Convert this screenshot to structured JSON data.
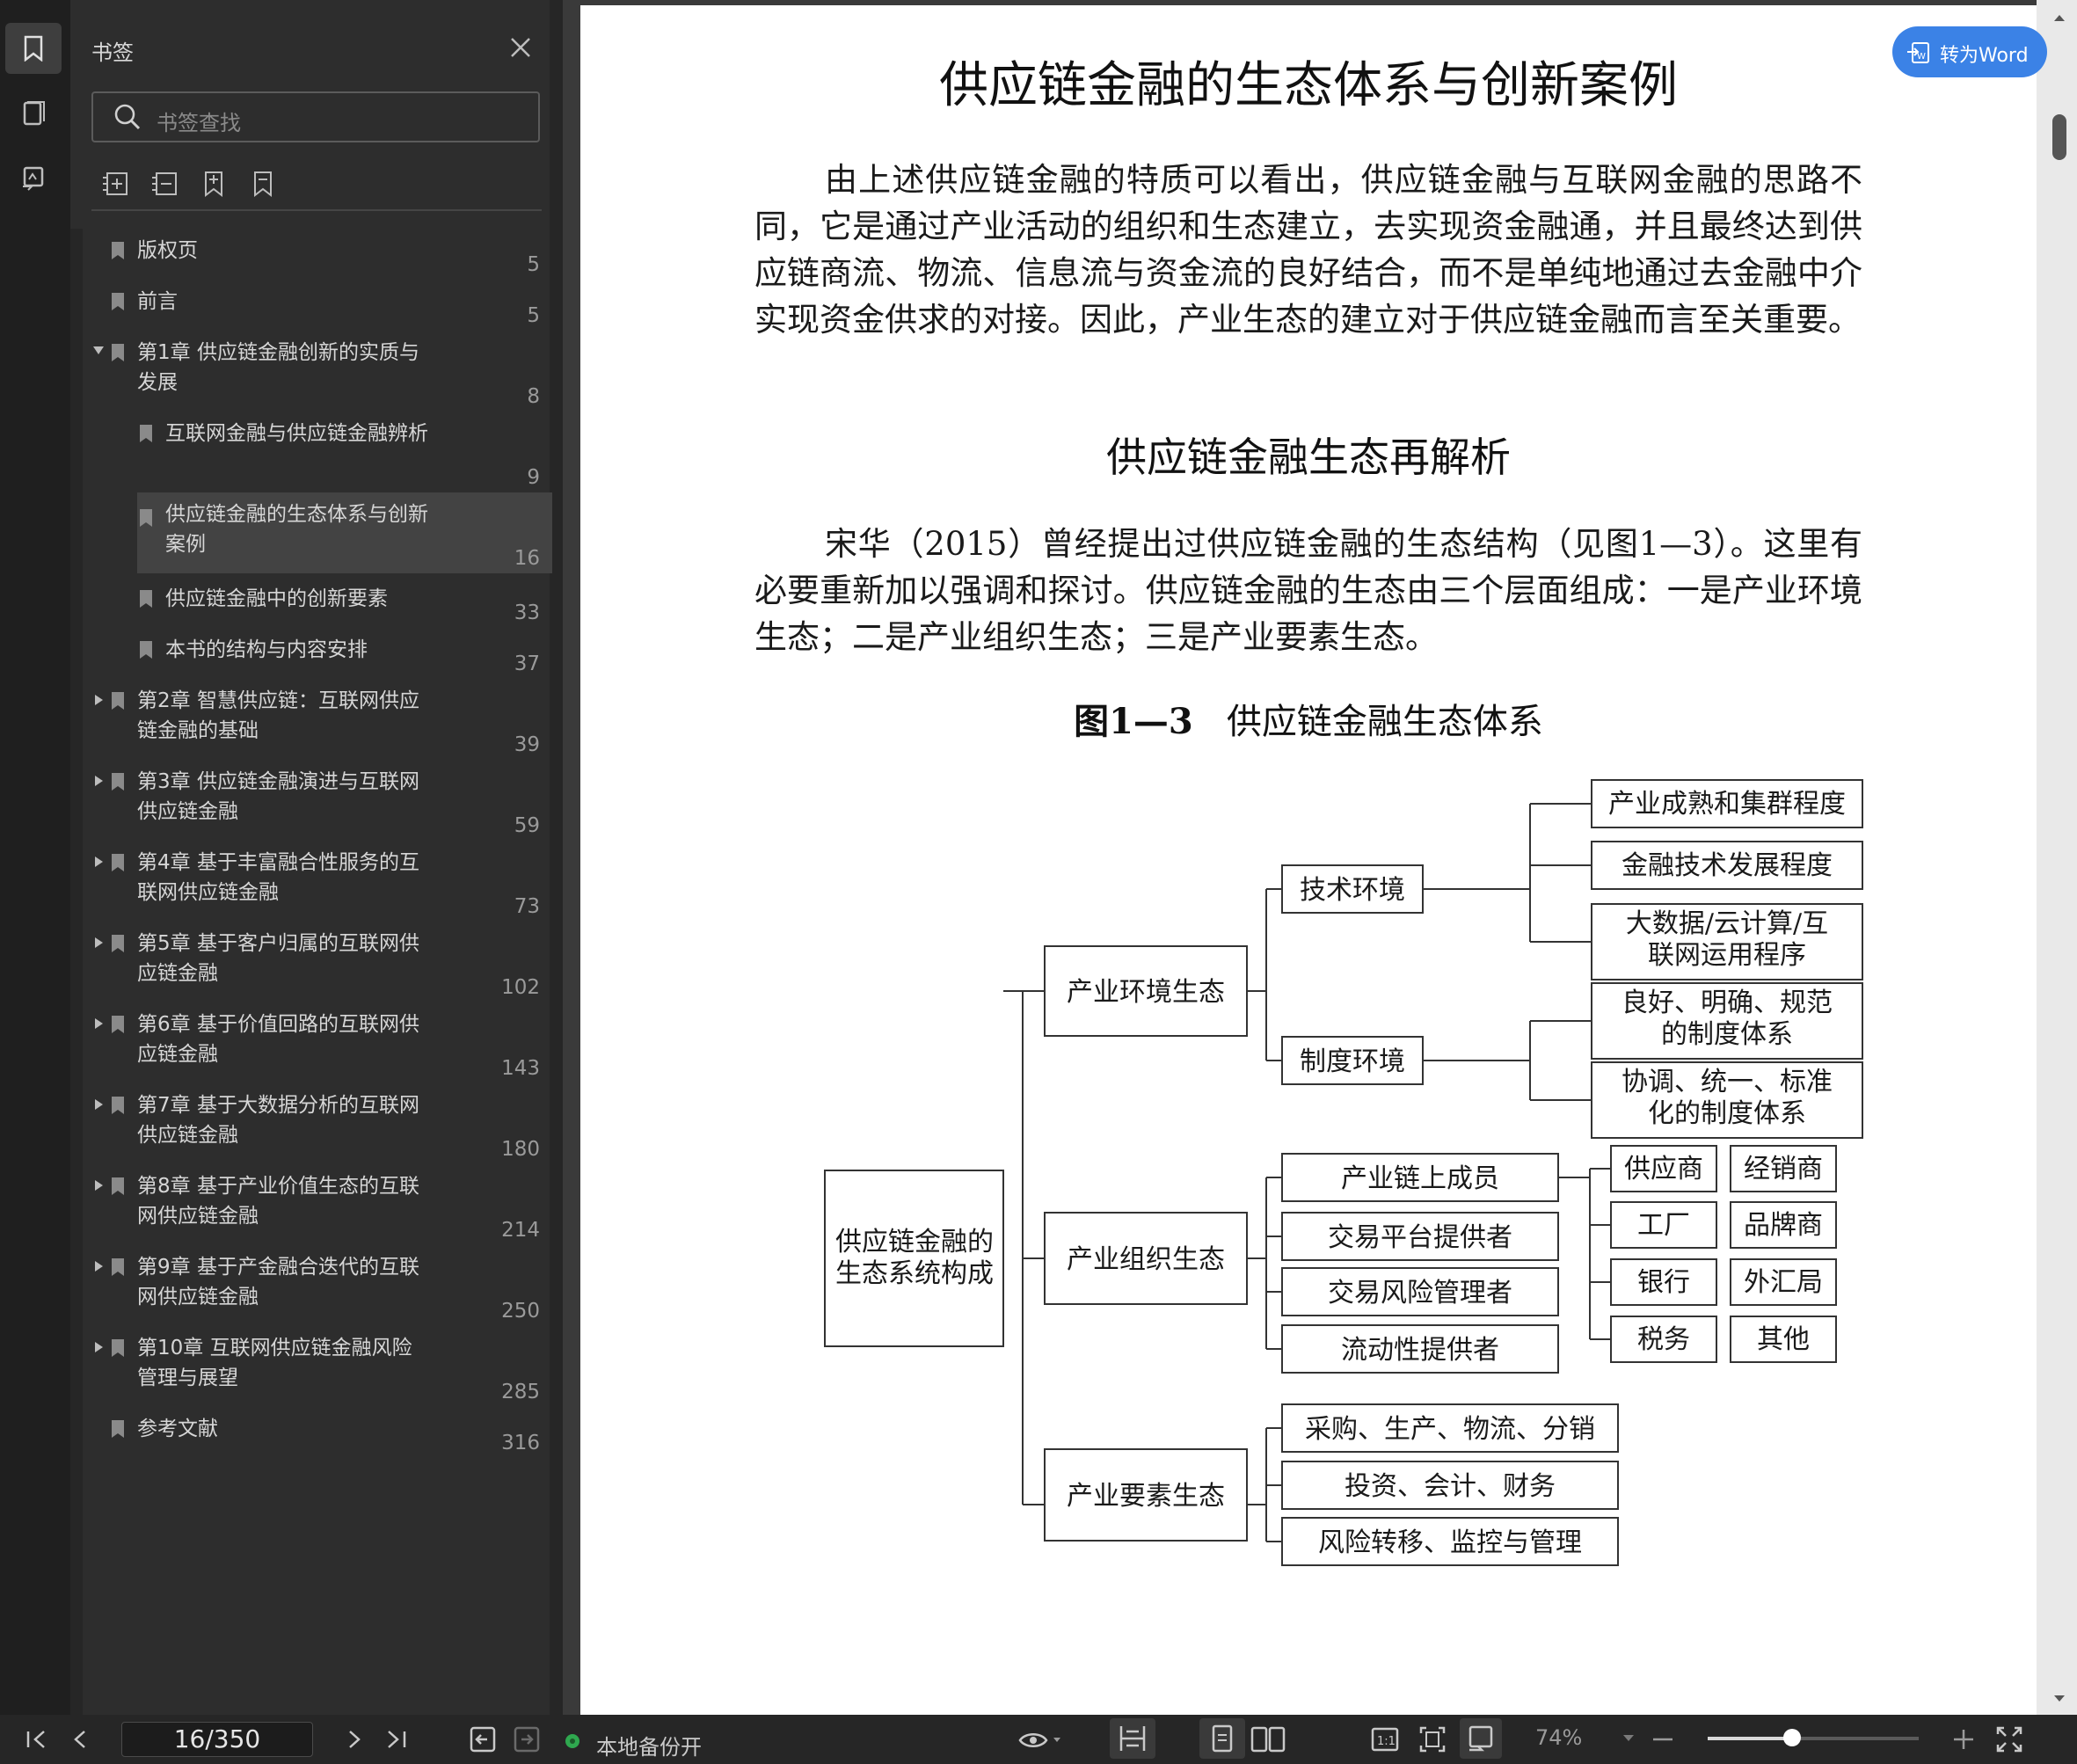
{
  "sidebar": {
    "title": "书签",
    "search_placeholder": "书签查找",
    "bookmarks": [
      {
        "label": "版权页",
        "page": "5",
        "level": 0,
        "toggle": "none"
      },
      {
        "label": "前言",
        "page": "5",
        "level": 0,
        "toggle": "none"
      },
      {
        "label": "第1章 供应链金融创新的实质与发展",
        "page": "8",
        "level": 0,
        "toggle": "open"
      },
      {
        "label": "互联网金融与供应链金融辨析",
        "page": "9",
        "level": 1,
        "toggle": "none"
      },
      {
        "label": "供应链金融的生态体系与创新案例",
        "page": "16",
        "level": 1,
        "toggle": "none",
        "active": true
      },
      {
        "label": "供应链金融中的创新要素",
        "page": "33",
        "level": 1,
        "toggle": "none"
      },
      {
        "label": "本书的结构与内容安排",
        "page": "37",
        "level": 1,
        "toggle": "none"
      },
      {
        "label": "第2章 智慧供应链：互联网供应链金融的基础",
        "page": "39",
        "level": 0,
        "toggle": "closed"
      },
      {
        "label": "第3章 供应链金融演进与互联网供应链金融",
        "page": "59",
        "level": 0,
        "toggle": "closed"
      },
      {
        "label": "第4章 基于丰富融合性服务的互联网供应链金融",
        "page": "73",
        "level": 0,
        "toggle": "closed"
      },
      {
        "label": "第5章 基于客户归属的互联网供应链金融",
        "page": "102",
        "level": 0,
        "toggle": "closed"
      },
      {
        "label": "第6章 基于价值回路的互联网供应链金融",
        "page": "143",
        "level": 0,
        "toggle": "closed"
      },
      {
        "label": "第7章 基于大数据分析的互联网供应链金融",
        "page": "180",
        "level": 0,
        "toggle": "closed"
      },
      {
        "label": "第8章 基于产业价值生态的互联网供应链金融",
        "page": "214",
        "level": 0,
        "toggle": "closed"
      },
      {
        "label": "第9章 基于产金融合迭代的互联网供应链金融",
        "page": "250",
        "level": 0,
        "toggle": "closed"
      },
      {
        "label": "第10章 互联网供应链金融风险管理与展望",
        "page": "285",
        "level": 0,
        "toggle": "closed"
      },
      {
        "label": "参考文献",
        "page": "316",
        "level": 0,
        "toggle": "none"
      }
    ]
  },
  "document": {
    "title": "供应链金融的生态体系与创新案例",
    "para1": "由上述供应链金融的特质可以看出，供应链金融与互联网金融的思路不同，它是通过产业活动的组织和生态建立，去实现资金融通，并且最终达到供应链商流、物流、信息流与资金流的良好结合，而不是单纯地通过去金融中介实现资金供求的对接。因此，产业生态的建立对于供应链金融而言至关重要。",
    "subtitle": "供应链金融生态再解析",
    "para2": "宋华（2015）曾经提出过供应链金融的生态结构（见图1—3）。这里有必要重新加以强调和探讨。供应链金融的生态由三个层面组成：一是产业环境生态；二是产业组织生态；三是产业要素生态。",
    "figure_caption_num": "图1—3",
    "figure_caption_text": "供应链金融生态体系",
    "convert_button": "转为Word"
  },
  "diagram": {
    "root": "供应链金融的生态系统构成",
    "env": "产业环境生态",
    "org": "产业组织生态",
    "elem": "产业要素生态",
    "tech_env": "技术环境",
    "inst_env": "制度环境",
    "tech_items": [
      "产业成熟和集群程度",
      "金融技术发展程度",
      "大数据/云计算/互联网运用程序"
    ],
    "inst_items": [
      "良好、明确、规范的制度体系",
      "协调、统一、标准化的制度体系"
    ],
    "org_items": [
      "产业链上成员",
      "交易平台提供者",
      "交易风险管理者",
      "流动性提供者"
    ],
    "members": [
      "供应商",
      "经销商",
      "工厂",
      "品牌商",
      "银行",
      "外汇局",
      "税务",
      "其他"
    ],
    "elem_items": [
      "采购、生产、物流、分销",
      "投资、会计、财务",
      "风险转移、监控与管理"
    ]
  },
  "statusbar": {
    "page_indicator": "16/350",
    "backup_status": "本地备份开",
    "zoom": "74%",
    "zoom_level": 0.4
  }
}
